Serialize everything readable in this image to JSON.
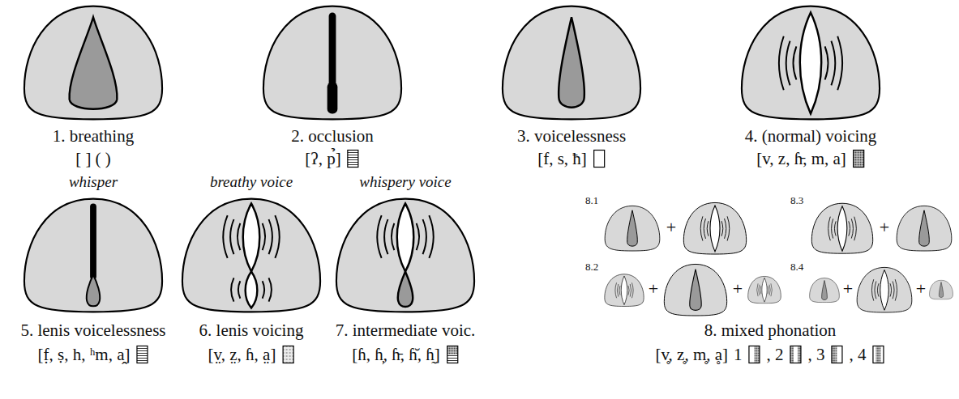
{
  "diagram": {
    "labels": [
      "1. breathing",
      "[ ] ( )",
      "2. occlusion",
      "[ʔ, p̉]",
      "3. voicelessness",
      "[f, s, ħ]",
      "4. (normal) voicing",
      "[v, z, ɦ̵, m, a]",
      "whisper",
      "breathy voice",
      "whispery voice",
      "8.1",
      "+",
      "8.3",
      "+",
      "8.2",
      "+",
      "+",
      "8.4",
      "+",
      "+",
      "5. lenis voicelessness",
      "[f̣, ṣ, h, ʰm, a̭]",
      "6. lenis voicing",
      "[v̤, z̤, ɦ, a̤]",
      "7. intermediate voic.",
      "[ɦ, ɦ̦, ɦ̵, ɦ̆, ɦ̰]",
      "8. mixed phonation",
      "[v̥, z̥, m̥, ḁ]",
      "1",
      ", 2",
      ", 3",
      ", 4"
    ]
  }
}
